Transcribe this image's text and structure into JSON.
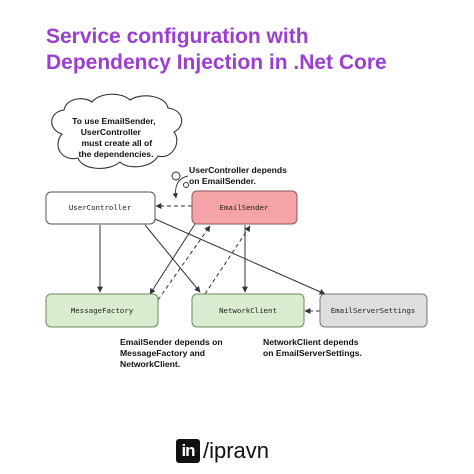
{
  "title": {
    "line1": "Service configuration with",
    "line2": "Dependency Injection in .Net Core"
  },
  "nodes": {
    "user_controller": "UserController",
    "email_sender": "EmailSender",
    "message_factory": "MessageFactory",
    "network_client": "NetworkClient",
    "email_server_settings": "EmailServerSettings"
  },
  "notes": {
    "cloud": [
      "To use EmailSender,",
      "UserController",
      "must create all of",
      "the dependencies."
    ],
    "user_controller_depends": [
      "UserController depends",
      "on EmailSender."
    ],
    "email_sender_depends": [
      "EmailSender depends on",
      "MessageFactory and",
      "NetworkClient."
    ],
    "network_client_depends": [
      "NetworkClient depends",
      "on EmailServerSettings."
    ]
  },
  "colors": {
    "title": "#9b3fcf",
    "email_sender_fill": "#f4a3a6",
    "green_fill": "#d9ecd0",
    "grey_fill": "#dedede"
  },
  "footer": {
    "logo_text": "in",
    "handle": "/ipravn"
  }
}
